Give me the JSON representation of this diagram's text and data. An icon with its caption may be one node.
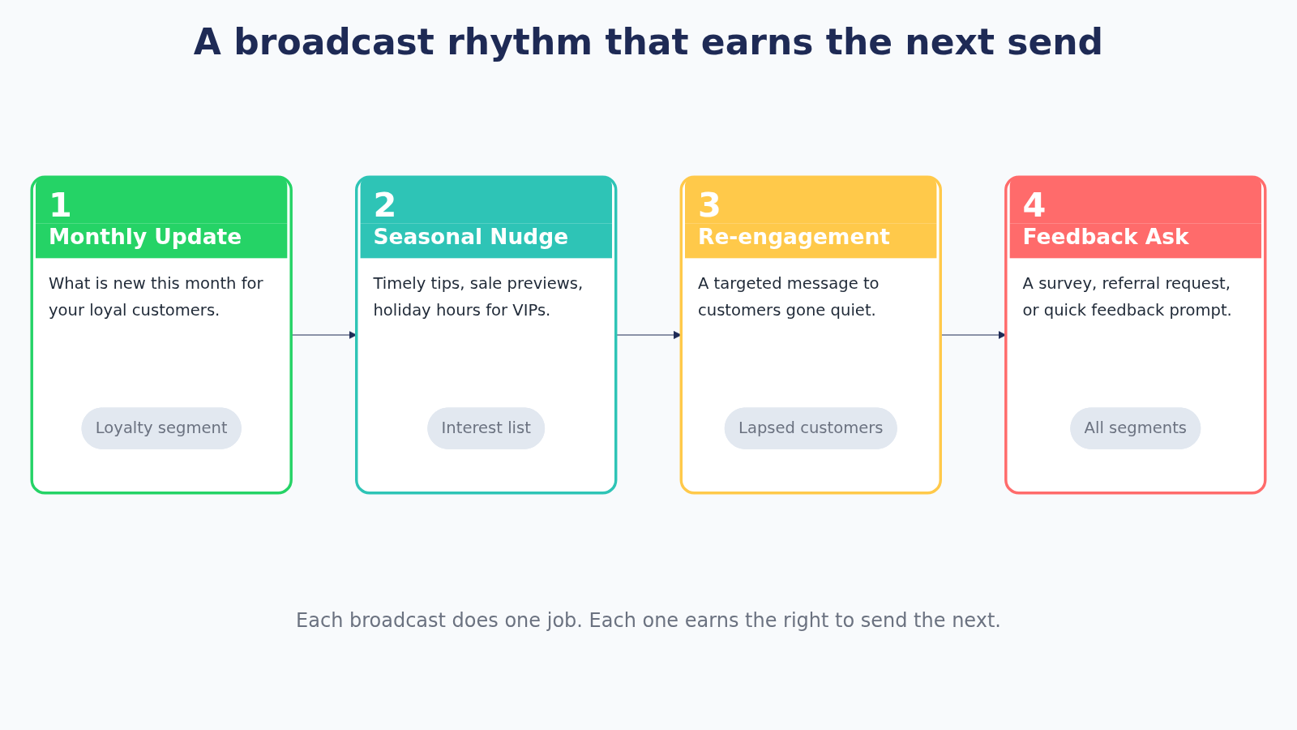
{
  "diagram": {
    "title": "A broadcast rhythm that earns the next send",
    "caption": "Each broadcast does one job. Each one earns the right to send the next.",
    "nodes": [
      {
        "text": [
          "1",
          "Monthly Update",
          "What is new this month for your loyal customers."
        ]
      },
      {
        "text": [
          "Loyalty segment"
        ],
        "in": 0
      },
      {
        "text": [
          "2",
          "Seasonal Nudge",
          "Timely tips, sale previews, holiday hours for VIPs."
        ]
      },
      {
        "text": [
          "Interest list"
        ],
        "in": 2
      },
      {
        "text": [
          "3",
          "Re-engagement",
          "A targeted message to customers gone quiet."
        ]
      },
      {
        "text": [
          "Lapsed customers"
        ],
        "in": 4
      },
      {
        "text": [
          "4",
          "Feedback Ask",
          "A survey, referral request, or quick feedback prompt."
        ]
      },
      {
        "text": [
          "All segments"
        ],
        "in": 6
      }
    ],
    "edges": [
      {
        "from": 0,
        "to": 2,
        "arrow": "to"
      },
      {
        "from": 2,
        "to": 4,
        "arrow": "to"
      },
      {
        "from": 4,
        "to": 6,
        "arrow": "to"
      }
    ]
  }
}
